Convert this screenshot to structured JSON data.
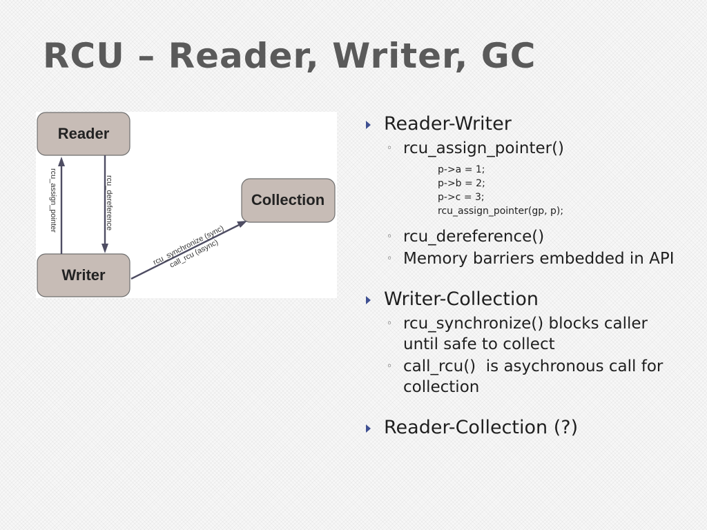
{
  "slide": {
    "title": "RCU – Reader, Writer, GC"
  },
  "diagram": {
    "nodes": {
      "reader": "Reader",
      "writer": "Writer",
      "collection": "Collection"
    },
    "edges": {
      "writer_to_reader": "rcu_assign_pointer",
      "reader_to_writer": "rcu_dereference",
      "writer_to_collection_line1": "rcu_synchronize (sync)",
      "writer_to_collection_line2": "call_rcu (async)"
    },
    "colors": {
      "node_fill": "#c7bcb6",
      "edge": "#4e4d63"
    }
  },
  "bullets": {
    "marker_color": "#3e4f91",
    "reader_writer": {
      "heading": "Reader-Writer",
      "item1": "rcu_assign_pointer()",
      "code": [
        "p->a = 1;",
        "p->b = 2;",
        "p->c = 3;",
        "rcu_assign_pointer(gp, p);"
      ],
      "item2": "rcu_dereference()",
      "item3": "Memory barriers embedded in API"
    },
    "writer_collection": {
      "heading": "Writer-Collection",
      "item1": "rcu_synchronize() blocks caller until safe to collect",
      "item2": "call_rcu()  is asychronous call for collection"
    },
    "reader_collection": {
      "heading": "Reader-Collection (?)"
    }
  }
}
